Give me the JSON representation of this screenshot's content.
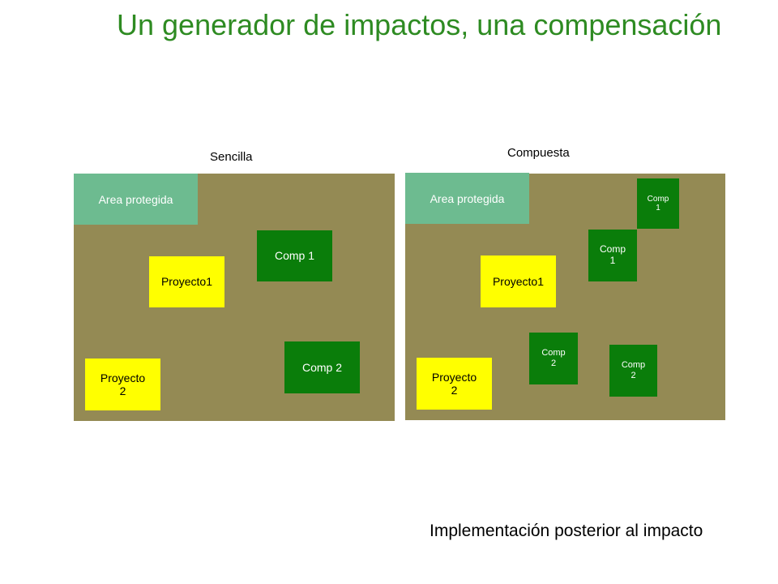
{
  "title": "Un generador de impactos, una compensación",
  "left": {
    "caption": "Sencilla",
    "area": "Area protegida",
    "proyecto1": "Proyecto1",
    "proyecto2_line1": "Proyecto",
    "proyecto2_line2": "2",
    "comp1": "Comp 1",
    "comp2": "Comp 2"
  },
  "right": {
    "caption": "Compuesta",
    "area": "Area protegida",
    "proyecto1": "Proyecto1",
    "proyecto2_line1": "Proyecto",
    "proyecto2_line2": "2",
    "comp1a_line1": "Comp",
    "comp1a_line2": "1",
    "comp1b_line1": "Comp",
    "comp1b_line2": "1",
    "comp2a_line1": "Comp",
    "comp2a_line2": "2",
    "comp2b_line1": "Comp",
    "comp2b_line2": "2"
  },
  "footer": "Implementación posterior al impacto",
  "colors": {
    "title": "#2e8b22",
    "panel": "#948a54",
    "protected_area": "#6dbb90",
    "project": "#ffff00",
    "compensation": "#0a7d0a"
  }
}
